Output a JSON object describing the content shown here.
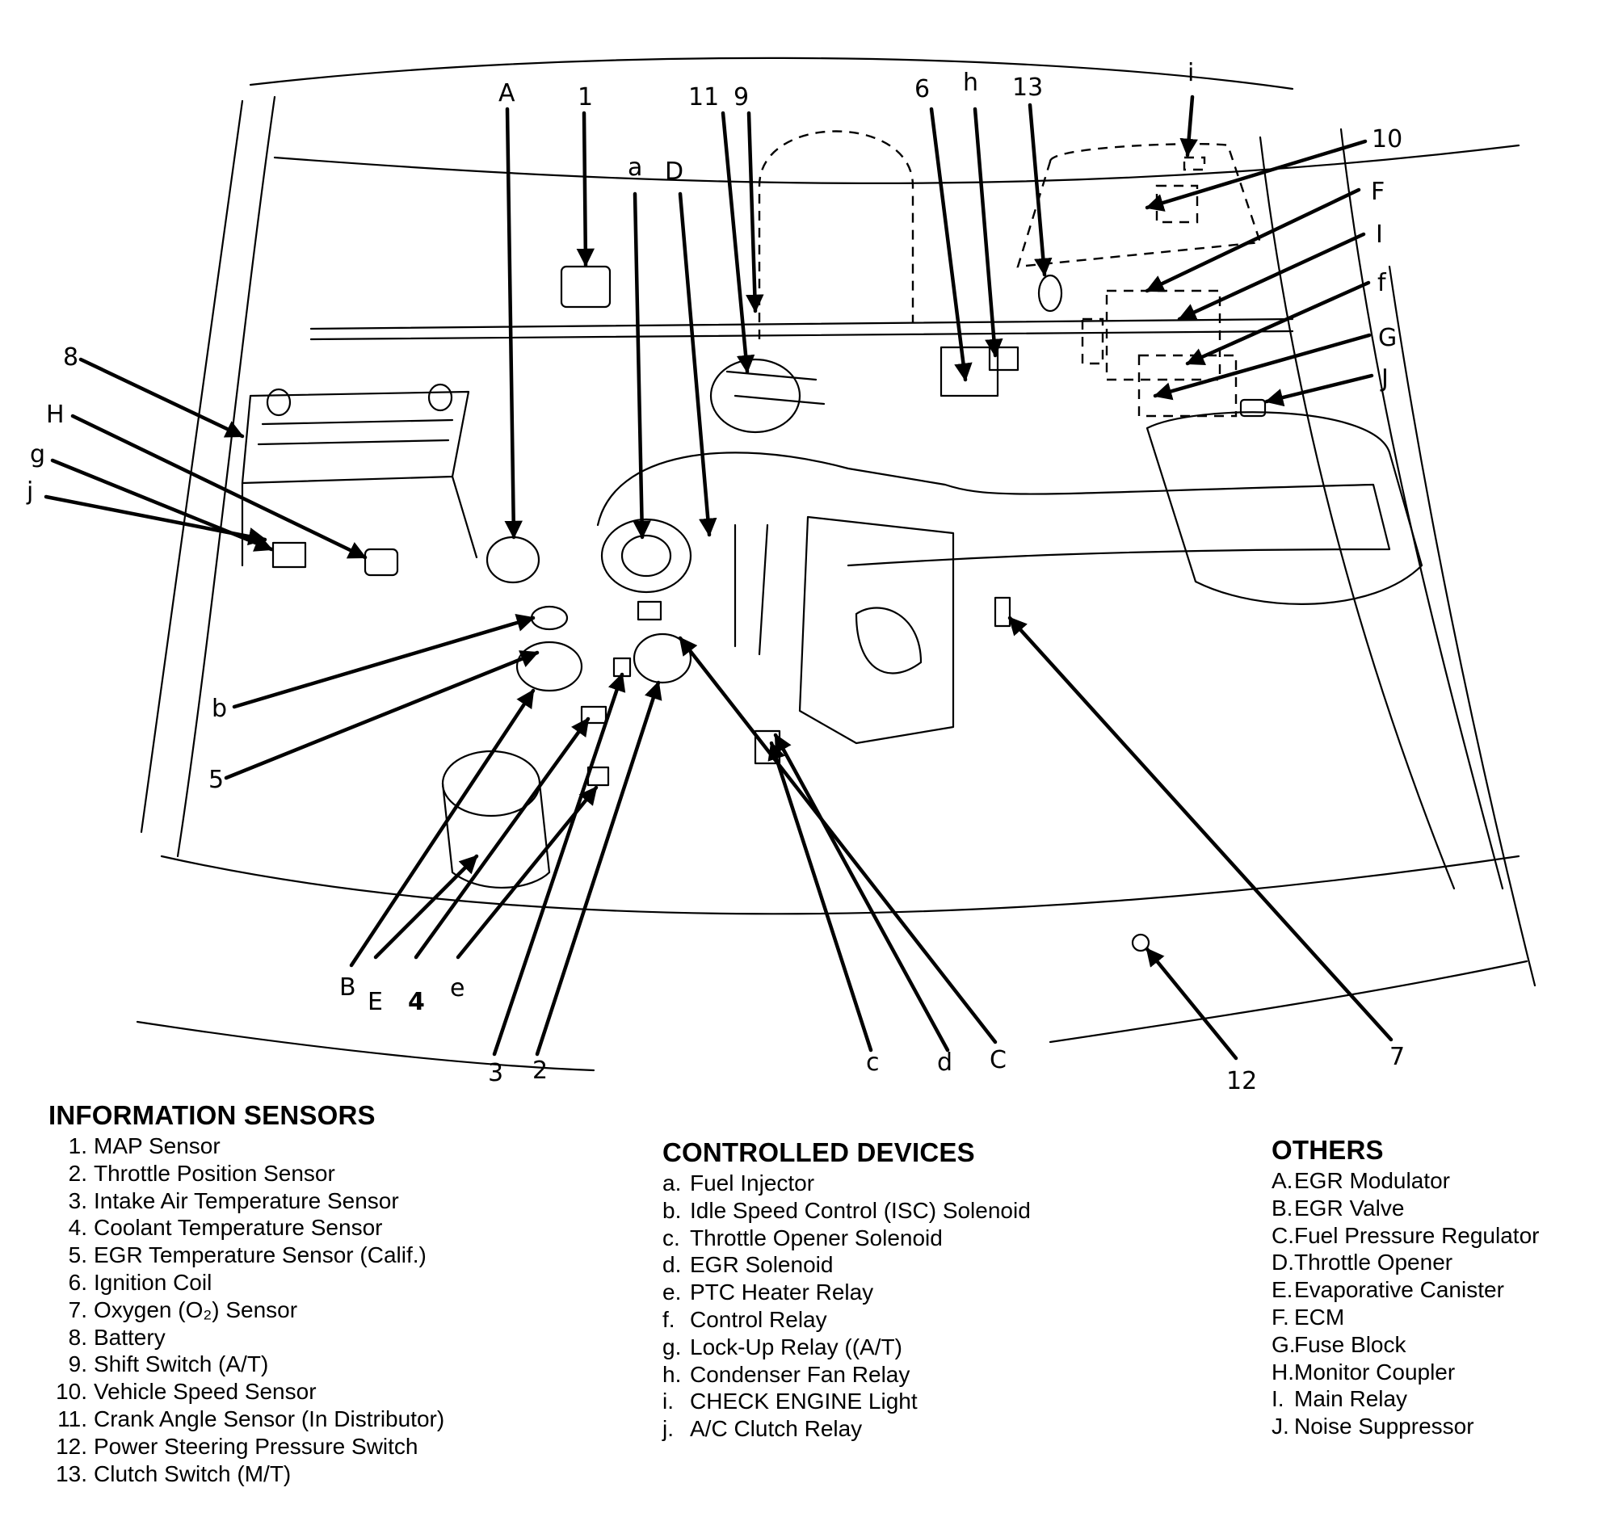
{
  "diagram": {
    "subject": "Engine compartment component locator",
    "callouts": {
      "A": "A",
      "1": "1",
      "a": "a",
      "D": "D",
      "11": "11",
      "9": "9",
      "6": "6",
      "h": "h",
      "13": "13",
      "i": "i",
      "10": "10",
      "F": "F",
      "I": "I",
      "f": "f",
      "G": "G",
      "J": "J",
      "8": "8",
      "H": "H",
      "g": "g",
      "j": "j",
      "b": "b",
      "5": "5",
      "B": "B",
      "E": "E",
      "4": "4",
      "e": "e",
      "3": "3",
      "2": "2",
      "c": "c",
      "d": "d",
      "C": "C",
      "12": "12",
      "7": "7"
    }
  },
  "legend": {
    "information_sensors": {
      "title": "INFORMATION SENSORS",
      "items": [
        {
          "key": "1.",
          "label": "MAP Sensor"
        },
        {
          "key": "2.",
          "label": "Throttle Position Sensor"
        },
        {
          "key": "3.",
          "label": "Intake Air Temperature Sensor"
        },
        {
          "key": "4.",
          "label": "Coolant Temperature Sensor"
        },
        {
          "key": "5.",
          "label": "EGR Temperature Sensor (Calif.)"
        },
        {
          "key": "6.",
          "label": "Ignition Coil"
        },
        {
          "key": "7.",
          "label": "Oxygen (O₂) Sensor"
        },
        {
          "key": "8.",
          "label": "Battery"
        },
        {
          "key": "9.",
          "label": "Shift Switch (A/T)"
        },
        {
          "key": "10.",
          "label": "Vehicle Speed Sensor"
        },
        {
          "key": "11.",
          "label": "Crank Angle Sensor (In Distributor)"
        },
        {
          "key": "12.",
          "label": "Power Steering Pressure Switch"
        },
        {
          "key": "13.",
          "label": "Clutch Switch (M/T)"
        }
      ]
    },
    "controlled_devices": {
      "title": "CONTROLLED DEVICES",
      "items": [
        {
          "key": "a.",
          "label": "Fuel Injector"
        },
        {
          "key": "b.",
          "label": "Idle Speed Control (ISC) Solenoid"
        },
        {
          "key": "c.",
          "label": "Throttle Opener Solenoid"
        },
        {
          "key": "d.",
          "label": "EGR Solenoid"
        },
        {
          "key": "e.",
          "label": "PTC Heater Relay"
        },
        {
          "key": "f.",
          "label": "Control Relay"
        },
        {
          "key": "g.",
          "label": "Lock-Up Relay ((A/T)"
        },
        {
          "key": "h.",
          "label": "Condenser Fan Relay"
        },
        {
          "key": "i.",
          "label": "CHECK ENGINE Light"
        },
        {
          "key": "j.",
          "label": "A/C Clutch Relay"
        }
      ]
    },
    "others": {
      "title": "OTHERS",
      "items": [
        {
          "key": "A.",
          "label": "EGR Modulator"
        },
        {
          "key": "B.",
          "label": "EGR Valve"
        },
        {
          "key": "C.",
          "label": "Fuel Pressure Regulator"
        },
        {
          "key": "D.",
          "label": "Throttle Opener"
        },
        {
          "key": "E.",
          "label": "Evaporative Canister"
        },
        {
          "key": "F.",
          "label": "ECM"
        },
        {
          "key": "G.",
          "label": "Fuse Block"
        },
        {
          "key": "H.",
          "label": "Monitor Coupler"
        },
        {
          "key": "I.",
          "label": "Main Relay"
        },
        {
          "key": "J.",
          "label": "Noise Suppressor"
        }
      ]
    }
  }
}
